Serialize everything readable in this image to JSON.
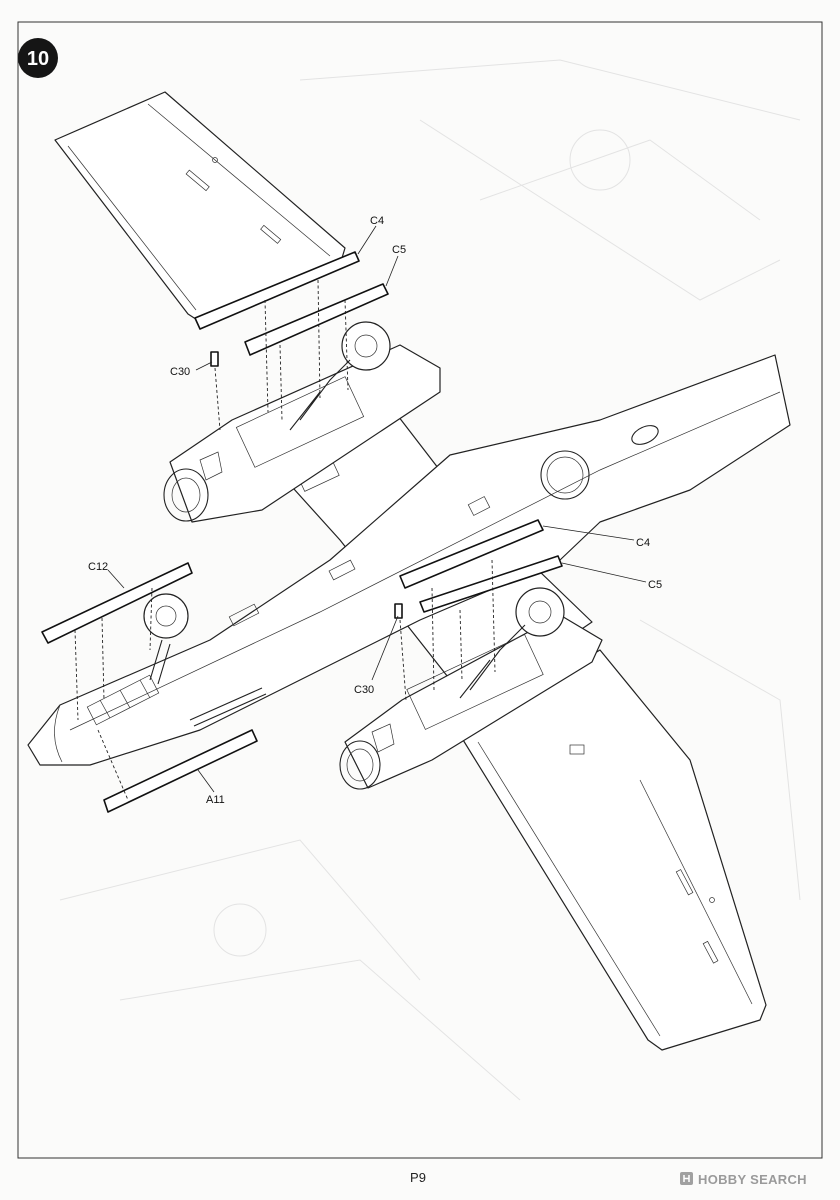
{
  "step": {
    "number": "10"
  },
  "labels": {
    "c4_upper": "C4",
    "c5_upper": "C5",
    "c30_upper": "C30",
    "c4_lower": "C4",
    "c5_lower": "C5",
    "c12": "C12",
    "c30_lower": "C30",
    "a11": "A11"
  },
  "page_number": "P9",
  "watermark": {
    "text": "HOBBY SEARCH",
    "icon": "hobby-search-logo-icon"
  }
}
